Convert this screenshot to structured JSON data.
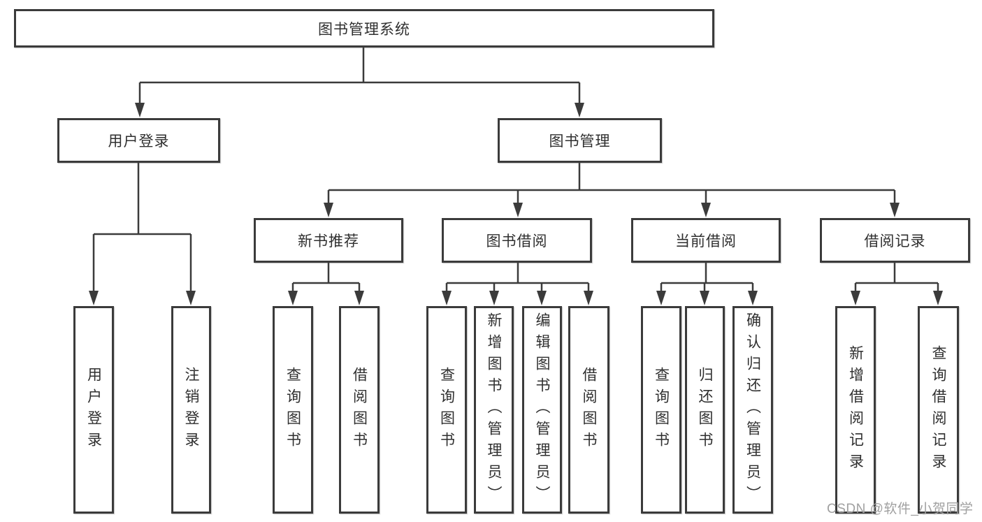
{
  "diagram": {
    "root": {
      "label": "图书管理系统"
    },
    "level2": [
      {
        "label": "用户登录"
      },
      {
        "label": "图书管理"
      }
    ],
    "user_login_children": [
      {
        "label": "用户登录"
      },
      {
        "label": "注销登录"
      }
    ],
    "level3": [
      {
        "label": "新书推荐"
      },
      {
        "label": "图书借阅"
      },
      {
        "label": "当前借阅"
      },
      {
        "label": "借阅记录"
      }
    ],
    "new_book_children": [
      {
        "label": "查询图书"
      },
      {
        "label": "借阅图书"
      }
    ],
    "borrow_children": [
      {
        "label": "查询图书"
      },
      {
        "label": "新增图书（管理员）"
      },
      {
        "label": "编辑图书（管理员）"
      },
      {
        "label": "借阅图书"
      }
    ],
    "current_children": [
      {
        "label": "查询图书"
      },
      {
        "label": "归还图书"
      },
      {
        "label": "确认归还（管理员）"
      }
    ],
    "record_children": [
      {
        "label": "新增借阅记录"
      },
      {
        "label": "查询借阅记录"
      }
    ]
  },
  "watermark": {
    "text": "CSDN @软件_小贺同学"
  },
  "colors": {
    "line": "#3b3b3b",
    "text": "#2f2f2f",
    "background": "#ffffff",
    "watermark": "#a0a0a0"
  }
}
